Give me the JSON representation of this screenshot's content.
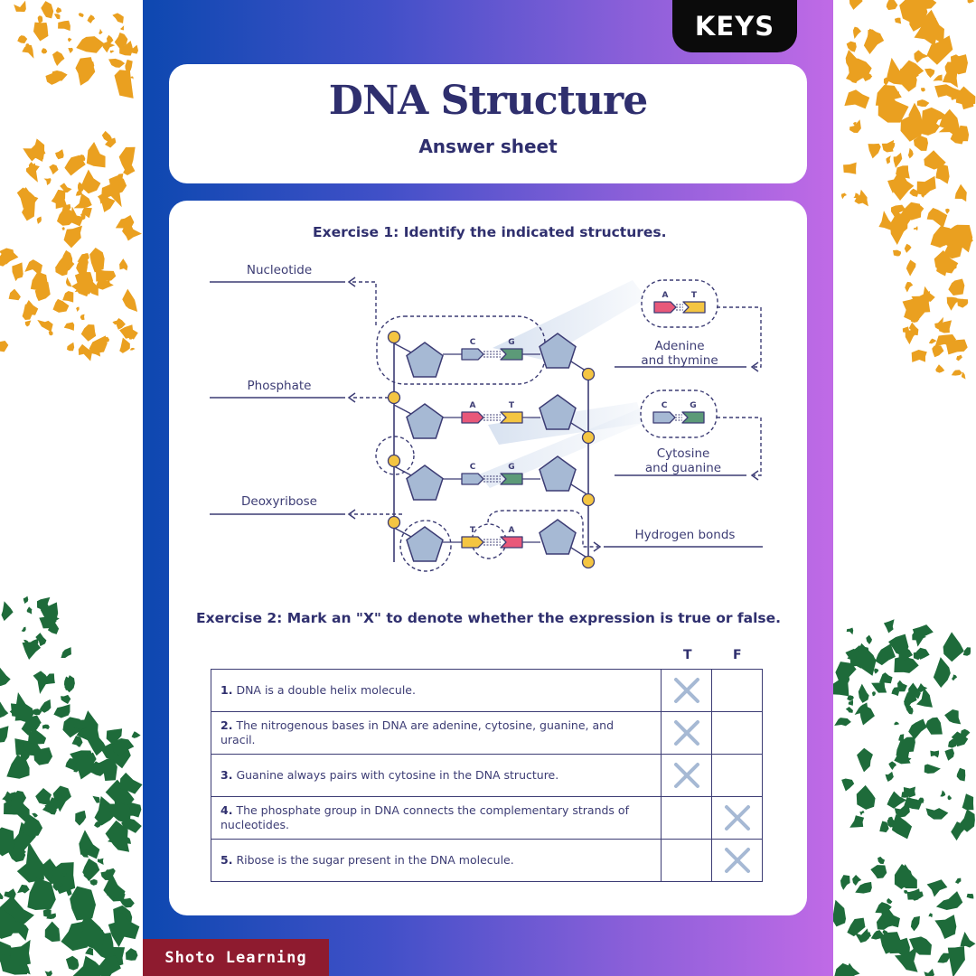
{
  "header": {
    "keys_label": "KEYS",
    "title": "DNA Structure",
    "subtitle": "Answer sheet"
  },
  "exercise1": {
    "title": "Exercise 1: Identify the indicated structures.",
    "labels": {
      "nucleotide": "Nucleotide",
      "phosphate": "Phosphate",
      "deoxyribose": "Deoxyribose",
      "adenine_thymine_1": "Adenine",
      "adenine_thymine_2": "and thymine",
      "cytosine_guanine_1": "Cytosine",
      "cytosine_guanine_2": "and guanine",
      "hydrogen_bonds": "Hydrogen bonds"
    },
    "base_pairs": [
      {
        "left": "C",
        "right": "G"
      },
      {
        "left": "A",
        "right": "T"
      },
      {
        "left": "C",
        "right": "G"
      },
      {
        "left": "T",
        "right": "A"
      }
    ],
    "callout_at": {
      "left": "A",
      "right": "T"
    },
    "callout_cg": {
      "left": "C",
      "right": "G"
    },
    "colors": {
      "A": "#e8587a",
      "T": "#f4c542",
      "C": "#a6b9d4",
      "G": "#5c9a78",
      "sugar": "#a6b9d4",
      "phosphate": "#f4c542",
      "ink": "#3c3c74"
    }
  },
  "exercise2": {
    "title": "Exercise 2: Mark an \"X\" to denote whether the expression is true or false.",
    "col_true": "T",
    "col_false": "F",
    "rows": [
      {
        "num": "1.",
        "text": "DNA is a double helix molecule.",
        "answer": "T"
      },
      {
        "num": "2.",
        "text": "The nitrogenous bases in DNA are adenine, cytosine, guanine, and uracil.",
        "answer": "T"
      },
      {
        "num": "3.",
        "text": "Guanine always pairs with cytosine in the DNA structure.",
        "answer": "T"
      },
      {
        "num": "4.",
        "text": "The phosphate group in DNA connects the complementary strands of nucleotides.",
        "answer": "F"
      },
      {
        "num": "5.",
        "text": "Ribose is the sugar present in the DNA molecule.",
        "answer": "F"
      }
    ],
    "mark_color": "#a6b9d4"
  },
  "footer": {
    "brand": "Shoto Learning"
  },
  "decor": {
    "orange": "#eaa020",
    "green": "#1e6b3a"
  }
}
